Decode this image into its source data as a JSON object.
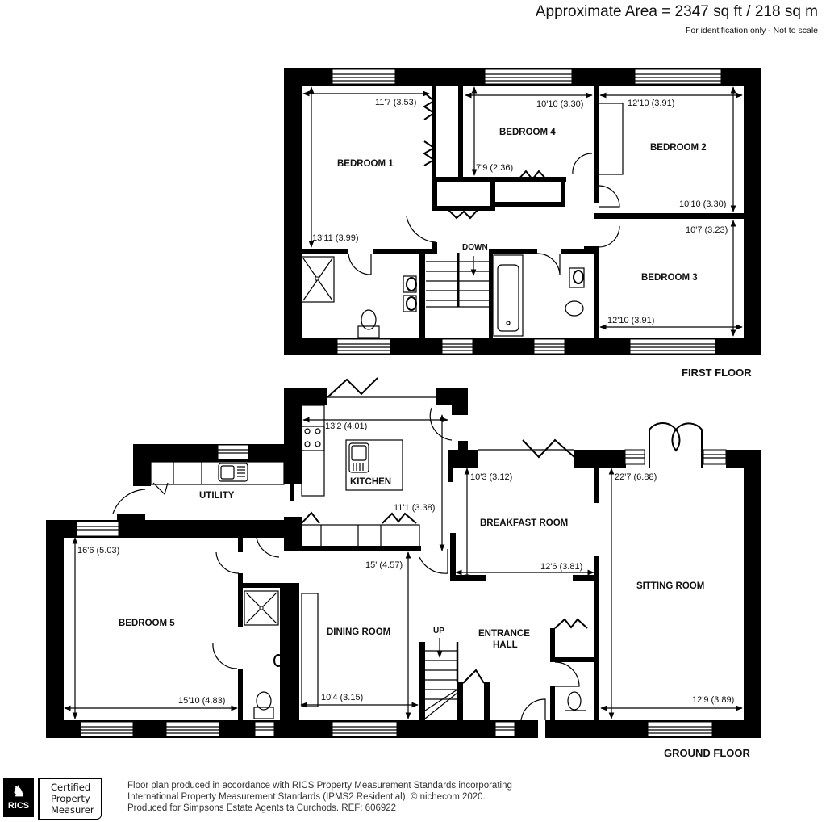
{
  "header": {
    "area": "Approximate Area = 2347 sq ft / 218 sq m",
    "note": "For identification only - Not to scale"
  },
  "first_floor": {
    "label": "FIRST FLOOR",
    "rooms": {
      "bedroom1": "BEDROOM 1",
      "bedroom2": "BEDROOM 2",
      "bedroom3": "BEDROOM 3",
      "bedroom4": "BEDROOM 4"
    },
    "stairs_label": "DOWN",
    "dims": {
      "bed1_w": "11'7 (3.53)",
      "bed1_h": "13'11 (3.99)",
      "bed4_w": "10'10 (3.30)",
      "bed4_h": "7'9 (2.36)",
      "bed2_w": "12'10 (3.91)",
      "bed2_h": "10'10 (3.30)",
      "bed3_h": "10'7 (3.23)",
      "bed3_w": "12'10 (3.91)"
    }
  },
  "ground_floor": {
    "label": "GROUND FLOOR",
    "rooms": {
      "kitchen": "KITCHEN",
      "utility": "UTILITY",
      "breakfast": "BREAKFAST ROOM",
      "sitting": "SITTING ROOM",
      "bedroom5": "BEDROOM 5",
      "dining": "DINING ROOM",
      "entrance1": "ENTRANCE",
      "entrance2": "HALL"
    },
    "stairs_label": "UP",
    "dims": {
      "kitchen_w": "13'2 (4.01)",
      "kitchen_h": "11'1 (3.38)",
      "breakfast_h": "10'3 (3.12)",
      "breakfast_w": "12'6 (3.81)",
      "sitting_h": "22'7 (6.88)",
      "sitting_w": "12'9 (3.89)",
      "bed5_h": "16'6 (5.03)",
      "bed5_w": "15'10 (4.83)",
      "dining_h": "15' (4.57)",
      "dining_w": "10'4 (3.15)"
    }
  },
  "footer": {
    "badge_org": "RICS",
    "badge_line1": "Certified",
    "badge_line2": "Property",
    "badge_line3": "Measurer",
    "line1": "Floor plan produced in accordance with RICS Property Measurement Standards incorporating",
    "line2": "International Property Measurement Standards (IPMS2 Residential).   © nichecom 2020.",
    "line3": "Produced for Simpsons Estate Agents ta Curchods.   REF:  606922"
  }
}
